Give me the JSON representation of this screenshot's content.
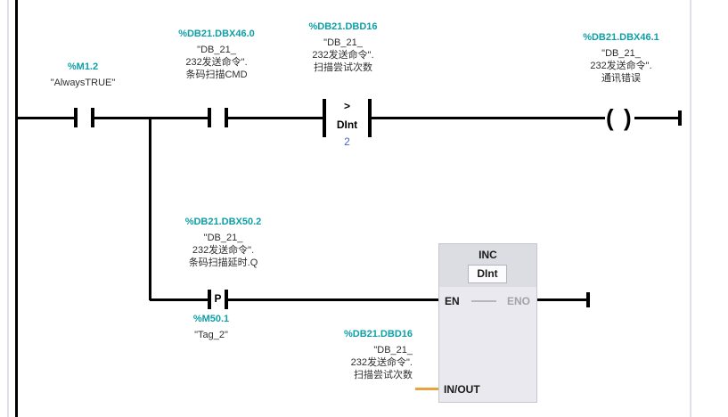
{
  "editor": {
    "language": "LAD",
    "kind": "ladder-logic-network"
  },
  "colors": {
    "operand_address": "#0fa0a6",
    "operand_name": "#2f2f2f",
    "constant_value": "#4565c8",
    "eno_label": "#a3a3ab",
    "inout_wire": "#e8a23e",
    "wire": "#000000",
    "block_header_bg": "#dcdce3",
    "block_body_bg": "#e9e9ef",
    "block_border": "#c6c6cf"
  },
  "rung1": {
    "contact_always_true": {
      "address": "%M1.2",
      "name_lines": [
        "\"AlwaysTRUE\""
      ]
    },
    "contact_scan_cmd": {
      "address": "%DB21.DBX46.0",
      "name_lines": [
        "\"DB_21_",
        "232发送命令\".",
        "条码扫描CMD"
      ]
    },
    "compare": {
      "address": "%DB21.DBD16",
      "name_lines": [
        "\"DB_21_",
        "232发送命令\".",
        "扫描尝试次数"
      ],
      "operator": ">",
      "datatype": "DInt",
      "value": "2"
    },
    "coil_comm_error": {
      "address": "%DB21.DBX46.1",
      "name_lines": [
        "\"DB_21_",
        "232发送命令\".",
        "通讯错误"
      ],
      "symbol_open": "(",
      "symbol_close": ")"
    }
  },
  "rung2": {
    "p_contact": {
      "address": "%DB21.DBX50.2",
      "name_lines": [
        "\"DB_21_",
        "232发送命令\".",
        "条码扫描延时.Q"
      ],
      "symbol": "P"
    },
    "edge_mem": {
      "address": "%M50.1",
      "name_lines": [
        "\"Tag_2\""
      ]
    },
    "inc_block": {
      "title": "INC",
      "datatype": "DInt",
      "pin_en": "EN",
      "pin_eno": "ENO",
      "pin_inout": "IN/OUT"
    },
    "inout_operand": {
      "address": "%DB21.DBD16",
      "name_lines": [
        "\"DB_21_",
        "232发送命令\".",
        "扫描尝试次数"
      ]
    }
  }
}
